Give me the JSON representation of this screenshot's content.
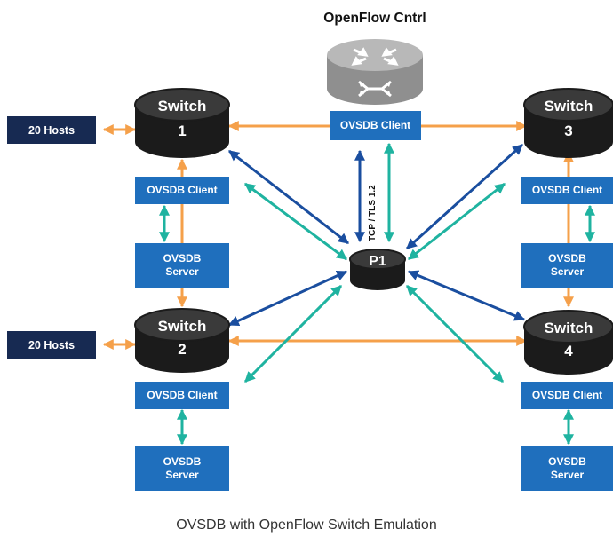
{
  "diagram": {
    "controller_title": "OpenFlow Cntrl",
    "controller_client": "OVSDB Client",
    "switch_label": "Switch",
    "switches": [
      "1",
      "2",
      "3",
      "4"
    ],
    "hosts": [
      "20 Hosts",
      "20 Hosts"
    ],
    "ovsdb_client": "OVSDB Client",
    "ovsdb_server_line1": "OVSDB",
    "ovsdb_server_line2": "Server",
    "hub_label": "P1",
    "link_label": "TCP / TLS 1.2",
    "caption": "OVSDB with OpenFlow Switch Emulation"
  },
  "colors": {
    "orange": "#f5a04a",
    "blue": "#1a4e9f",
    "teal": "#1fb3a0",
    "box_blue": "#1f6fbd",
    "hosts_navy": "#172a52",
    "switch_dark": "#1b1b1b",
    "router_gray": "#9a9a9a"
  }
}
